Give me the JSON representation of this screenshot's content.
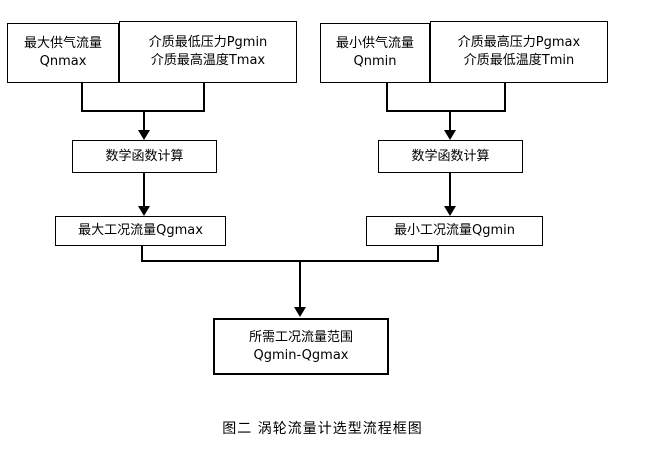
{
  "figure": {
    "caption": "图二  涡轮流量计选型流程框图",
    "background_color": "#ffffff",
    "line_color": "#000000"
  },
  "nodes": {
    "qnmax": {
      "line1": "最大供气流量",
      "line2": "Qnmax"
    },
    "pgmin_tmax": {
      "line1": "介质最低压力Pgmin",
      "line2": "介质最高温度Tmax"
    },
    "qnmin": {
      "line1": "最小供气流量",
      "line2": "Qnmin"
    },
    "pgmax_tmin": {
      "line1": "介质最高压力Pgmax",
      "line2": "介质最低温度Tmin"
    },
    "calc_left": {
      "line1": "数学函数计算"
    },
    "calc_right": {
      "line1": "数学函数计算"
    },
    "qgmax": {
      "line1": "最大工况流量Qgmax"
    },
    "qgmin": {
      "line1": "最小工况流量Qgmin"
    },
    "result": {
      "line1": "所需工况流量范围",
      "line2": "Qgmin-Qgmax"
    }
  },
  "flow": {
    "edges": [
      {
        "from": "qnmax",
        "to": "calc_left"
      },
      {
        "from": "pgmin_tmax",
        "to": "calc_left"
      },
      {
        "from": "qnmin",
        "to": "calc_right"
      },
      {
        "from": "pgmax_tmin",
        "to": "calc_right"
      },
      {
        "from": "calc_left",
        "to": "qgmax"
      },
      {
        "from": "calc_right",
        "to": "qgmin"
      },
      {
        "from": "qgmax",
        "to": "result"
      },
      {
        "from": "qgmin",
        "to": "result"
      }
    ]
  }
}
